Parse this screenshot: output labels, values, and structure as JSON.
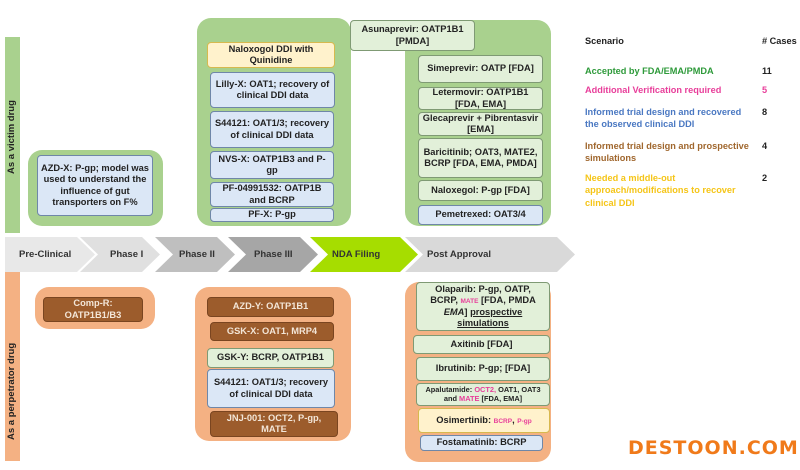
{
  "side_labels": {
    "victim": "As a victim drug",
    "perpetrator": "As a perpetrator drug"
  },
  "phases": [
    {
      "label": "Pre-Clinical",
      "color": "#e8e8e8"
    },
    {
      "label": "Phase I",
      "color": "#e0e0e0"
    },
    {
      "label": "Phase II",
      "color": "#bfbfbf"
    },
    {
      "label": "Phase III",
      "color": "#a6a6a6"
    },
    {
      "label": "NDA Filing",
      "color": "#a6dd00"
    },
    {
      "label": "Post Approval",
      "color": "#d9d9d9"
    }
  ],
  "groups": [
    {
      "id": "victim-preclinical",
      "lane": "victim",
      "boxes": [
        {
          "id": "azd-x",
          "scenario": "recovered",
          "segments": [
            {
              "text": "AZD-X: P-gp; model was used to understand the influence of gut transporters on F%"
            }
          ]
        }
      ]
    },
    {
      "id": "victim-clinical",
      "lane": "victim",
      "boxes": [
        {
          "id": "naloxogol-ddi",
          "scenario": "middle",
          "segments": [
            {
              "text": "Naloxogol DDI with Quinidine"
            }
          ]
        },
        {
          "id": "lilly-x",
          "scenario": "recovered",
          "segments": [
            {
              "text": "Lilly-X: OAT1; recovery of clinical DDI data"
            }
          ]
        },
        {
          "id": "s44121-v",
          "scenario": "recovered",
          "segments": [
            {
              "text": "S44121: OAT1/3; recovery of clinical DDI data"
            }
          ]
        },
        {
          "id": "nvs-x",
          "scenario": "recovered",
          "segments": [
            {
              "text": "NVS-X: OATP1B3 and P-gp"
            }
          ]
        },
        {
          "id": "pf-04991532",
          "scenario": "recovered",
          "segments": [
            {
              "text": "PF-04991532: OATP1B and BCRP"
            }
          ]
        },
        {
          "id": "pf-x",
          "scenario": "recovered",
          "segments": [
            {
              "text": "PF-X: P-gp"
            }
          ]
        }
      ]
    },
    {
      "id": "victim-post",
      "lane": "victim",
      "boxes": [
        {
          "id": "asunaprevir",
          "scenario": "accepted",
          "segments": [
            {
              "text": "Asunaprevir: OATP1B1 [PMDA]"
            }
          ]
        },
        {
          "id": "simeprevir",
          "scenario": "accepted",
          "segments": [
            {
              "text": "Simeprevir: OATP [FDA]"
            }
          ]
        },
        {
          "id": "letermovir",
          "scenario": "accepted",
          "segments": [
            {
              "text": "Letermovir: OATP1B1 [FDA, EMA]"
            }
          ]
        },
        {
          "id": "glecaprevir",
          "scenario": "accepted",
          "segments": [
            {
              "text": "Glecaprevir + Pibrentasvir [EMA]"
            }
          ]
        },
        {
          "id": "baricitinib",
          "scenario": "accepted",
          "segments": [
            {
              "text": "Baricitinib; OAT3, MATE2, BCRP [FDA, EMA, PMDA]"
            }
          ]
        },
        {
          "id": "naloxegol",
          "scenario": "accepted",
          "segments": [
            {
              "text": "Naloxegol: P-gp [FDA]"
            }
          ]
        },
        {
          "id": "pemetrexed",
          "scenario": "recovered",
          "segments": [
            {
              "text": "Pemetrexed: OAT3/4"
            }
          ]
        }
      ]
    },
    {
      "id": "perp-preclinical",
      "lane": "perpetrator",
      "boxes": [
        {
          "id": "comp-r",
          "scenario": "prospective",
          "segments": [
            {
              "text": "Comp-R: OATP1B1/B3"
            }
          ]
        }
      ]
    },
    {
      "id": "perp-clinical",
      "lane": "perpetrator",
      "boxes": [
        {
          "id": "azd-y",
          "scenario": "prospective",
          "segments": [
            {
              "text": "AZD-Y: OATP1B1"
            }
          ]
        },
        {
          "id": "gsk-x",
          "scenario": "prospective",
          "segments": [
            {
              "text": "GSK-X: OAT1, MRP4"
            }
          ]
        },
        {
          "id": "gsk-y",
          "scenario": "accepted",
          "segments": [
            {
              "text": "GSK-Y: BCRP, OATP1B1"
            }
          ]
        },
        {
          "id": "s44121-p",
          "scenario": "recovered",
          "segments": [
            {
              "text": "S44121: OAT1/3; recovery of clinical DDI data"
            }
          ]
        },
        {
          "id": "jnj-001",
          "scenario": "prospective",
          "segments": [
            {
              "text": "JNJ-001: OCT2, P-gp, MATE"
            }
          ]
        }
      ]
    },
    {
      "id": "perp-post",
      "lane": "perpetrator",
      "boxes": [
        {
          "id": "olaparib",
          "scenario": "accepted",
          "segments": [
            {
              "text": "Olaparib: P-gp, OATP, BCRP, "
            },
            {
              "text": "MATE",
              "flag": "verification",
              "small": true
            },
            {
              "text": " [FDA, PMDA "
            },
            {
              "text": "EMA",
              "italic": true
            },
            {
              "text": "] "
            },
            {
              "text": "prospective simulations",
              "underline": true
            }
          ]
        },
        {
          "id": "axitinib",
          "scenario": "accepted",
          "segments": [
            {
              "text": "Axitinib  [FDA]"
            }
          ]
        },
        {
          "id": "ibrutinib",
          "scenario": "accepted",
          "segments": [
            {
              "text": "Ibrutinib: P-gp; [FDA]"
            }
          ]
        },
        {
          "id": "apalutamide",
          "scenario": "accepted",
          "small": true,
          "segments": [
            {
              "text": "Apalutamide:  "
            },
            {
              "text": "OCT2,",
              "flag": "verification"
            },
            {
              "text": " OAT1, OAT3 and "
            },
            {
              "text": "MATE",
              "flag": "verification"
            },
            {
              "text": "  [FDA, EMA]"
            }
          ]
        },
        {
          "id": "osimertinib",
          "scenario": "middle",
          "segments": [
            {
              "text": "Osimertinib: "
            },
            {
              "text": "BCRP",
              "flag": "verification",
              "small": true
            },
            {
              "text": ",  "
            },
            {
              "text": "P-gp",
              "flag": "verification",
              "small": true
            }
          ]
        },
        {
          "id": "fostamatinib",
          "scenario": "recovered",
          "segments": [
            {
              "text": "Fostamatinib: BCRP"
            }
          ]
        }
      ]
    }
  ],
  "legend": {
    "header_scenario": "Scenario",
    "header_cases": "# Cases",
    "rows": [
      {
        "label": "Accepted by FDA/EMA/PMDA",
        "cases": "11",
        "color": "#2e9a3a"
      },
      {
        "label": "Additional Verification required",
        "cases": "5",
        "color": "#e83e9a"
      },
      {
        "label": "Informed trial design and recovered the observed clinical DDI",
        "cases": "8",
        "color": "#4a78c2"
      },
      {
        "label": "Informed trial design and prospective simulations",
        "cases": "4",
        "color": "#a0672e"
      },
      {
        "label": "Needed a middle-out approach/modifications to recover clinical DDI",
        "cases": "2",
        "color": "#f5c518"
      }
    ]
  },
  "colors": {
    "victim_lane": "#a9d18e",
    "perpetrator_lane": "#f4b183",
    "verification_text": "#e83e9a"
  },
  "watermark": "DESTOON.COM"
}
